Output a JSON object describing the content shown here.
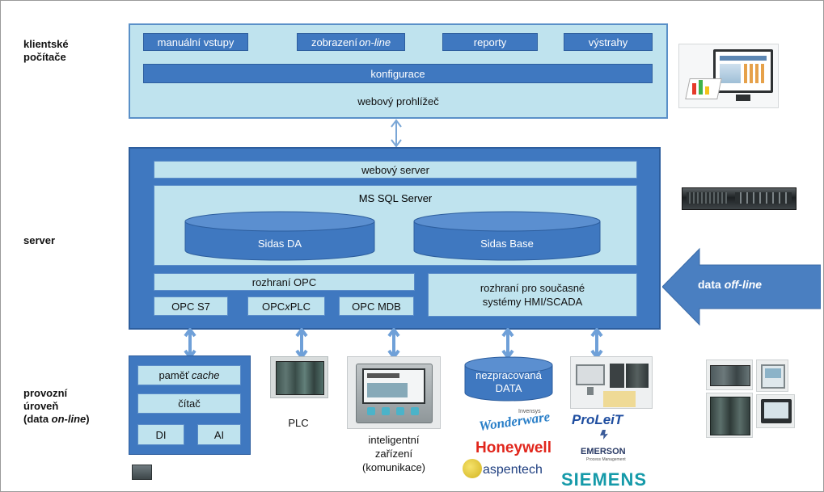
{
  "side_labels": {
    "client": [
      "klientské",
      "počítače"
    ],
    "server": "server",
    "field": [
      "provozní",
      "úroveň",
      "(data ",
      "on-line",
      ")"
    ]
  },
  "client": {
    "buttons": [
      "manuální vstupy",
      "zobrazení ",
      "reporty",
      "výstrahy"
    ],
    "button2_italic": "on-line",
    "config": "konfigurace",
    "browser": "webový prohlížeč"
  },
  "server": {
    "web_server": "webový server",
    "sql": "MS SQL Server",
    "db1": "Sidas DA",
    "db2": "Sidas Base",
    "opc_title": "rozhraní OPC",
    "opc_s7": "OPC S7",
    "opc_xplc_pre": "OPC ",
    "opc_xplc_italic": "x",
    "opc_xplc_post": "PLC",
    "opc_mdb": "OPC MDB",
    "hmi_line1": "rozhraní pro současné",
    "hmi_line2": "systémy HMI/SCADA"
  },
  "arrow": {
    "pre": "data ",
    "italic": "off-line"
  },
  "field": {
    "cache_pre": "paměť ",
    "cache_italic": "cache",
    "counter": "čítač",
    "di": "DI",
    "ai": "AI",
    "plc": "PLC",
    "smart1": "inteligentní",
    "smart2": "zařízení",
    "smart3": "(komunikace)",
    "raw1": "nezpracovaná",
    "raw2": "DATA"
  },
  "logos": {
    "wonderware_small": "Invensys",
    "wonderware": "Wonderware",
    "honeywell": "Honeywell",
    "aspentech": "aspentech",
    "proleit": "ProLeiT",
    "emerson": "EMERSON",
    "emerson_small": "Process Management",
    "siemens": "SIEMENS"
  },
  "colors": {
    "blue": "#3f78c0",
    "light_blue": "#bfe3ee",
    "arrow_blue": "#4a7fc1",
    "connector": "#6fa0d8"
  }
}
